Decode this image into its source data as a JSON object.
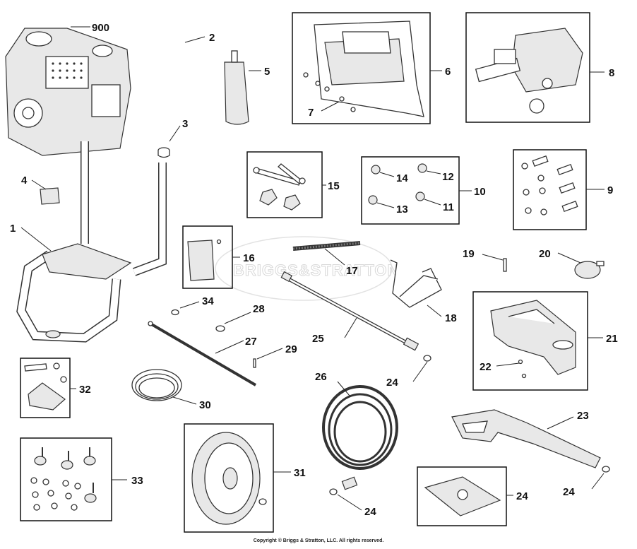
{
  "watermark": "BRIGGS&STRATTON",
  "copyright": "Copyright © Briggs & Stratton, LLC. All rights reserved.",
  "callouts": {
    "c900": "900",
    "c2": "2",
    "c3": "3",
    "c4": "4",
    "c5": "5",
    "c1": "1",
    "c6": "6",
    "c7": "7",
    "c8": "8",
    "c15": "15",
    "c14": "14",
    "c12": "12",
    "c13": "13",
    "c11": "11",
    "c10": "10",
    "c9": "9",
    "c16": "16",
    "c17": "17",
    "c19": "19",
    "c20": "20",
    "c34": "34",
    "c28": "28",
    "c18": "18",
    "c21": "21",
    "c27": "27",
    "c29": "29",
    "c25": "25",
    "c22": "22",
    "c32": "32",
    "c30": "30",
    "c26": "26",
    "c24a": "24",
    "c23": "23",
    "c31": "31",
    "c33": "33",
    "c24b": "24",
    "c24c": "24",
    "c24d": "24"
  }
}
